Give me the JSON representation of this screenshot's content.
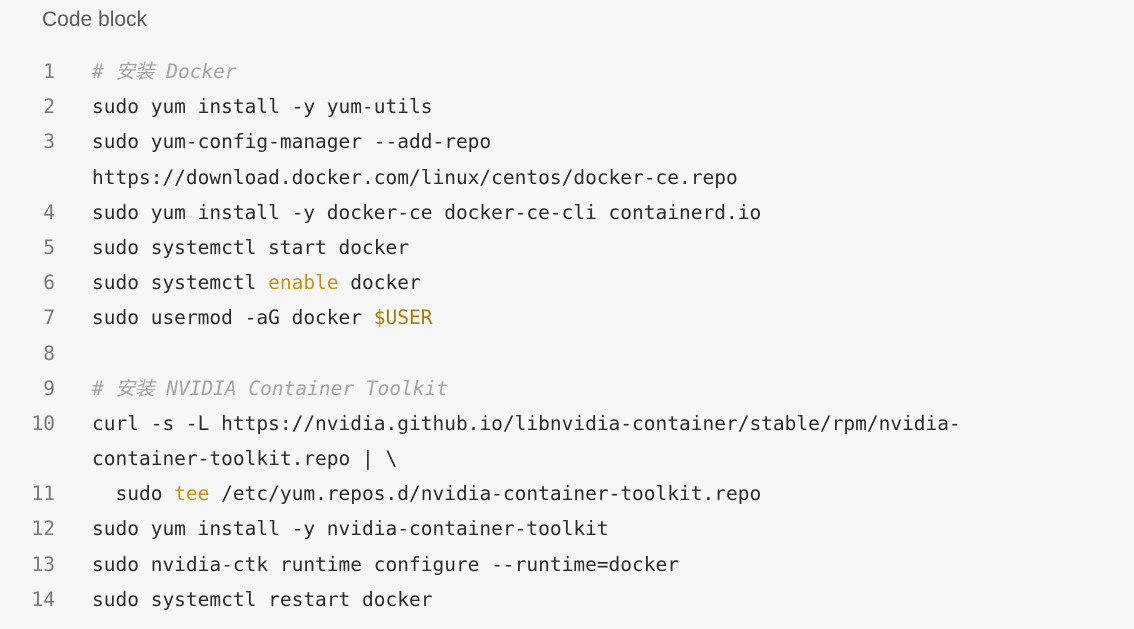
{
  "header": {
    "title": "Code block"
  },
  "lines": [
    {
      "num": "1",
      "segments": [
        {
          "type": "comment",
          "text": "# 安装 Docker"
        }
      ]
    },
    {
      "num": "2",
      "segments": [
        {
          "type": "text",
          "text": "sudo yum install -y yum-utils"
        }
      ]
    },
    {
      "num": "3",
      "segments": [
        {
          "type": "text",
          "text": "sudo yum-config-manager --add-repo"
        }
      ],
      "wrap": [
        {
          "type": "text",
          "text": "https://download.docker.com/linux/centos/docker-ce.repo"
        }
      ]
    },
    {
      "num": "4",
      "segments": [
        {
          "type": "text",
          "text": "sudo yum install -y docker-ce docker-ce-cli containerd.io"
        }
      ]
    },
    {
      "num": "5",
      "segments": [
        {
          "type": "text",
          "text": "sudo systemctl start docker"
        }
      ]
    },
    {
      "num": "6",
      "segments": [
        {
          "type": "text",
          "text": "sudo systemctl "
        },
        {
          "type": "builtin",
          "text": "enable"
        },
        {
          "type": "text",
          "text": " docker"
        }
      ]
    },
    {
      "num": "7",
      "segments": [
        {
          "type": "text",
          "text": "sudo usermod -aG docker "
        },
        {
          "type": "var",
          "text": "$USER"
        }
      ]
    },
    {
      "num": "8",
      "segments": []
    },
    {
      "num": "9",
      "segments": [
        {
          "type": "comment",
          "text": "# 安装 NVIDIA Container Toolkit"
        }
      ]
    },
    {
      "num": "10",
      "segments": [
        {
          "type": "text",
          "text": "curl -s -L https://nvidia.github.io/libnvidia-container/stable/rpm/nvidia-"
        }
      ],
      "wrap": [
        {
          "type": "text",
          "text": "container-toolkit.repo | \\"
        }
      ]
    },
    {
      "num": "11",
      "segments": [
        {
          "type": "text",
          "text": "  sudo "
        },
        {
          "type": "builtin",
          "text": "tee"
        },
        {
          "type": "text",
          "text": " /etc/yum.repos.d/nvidia-container-toolkit.repo"
        }
      ]
    },
    {
      "num": "12",
      "segments": [
        {
          "type": "text",
          "text": "sudo yum install -y nvidia-container-toolkit"
        }
      ]
    },
    {
      "num": "13",
      "segments": [
        {
          "type": "text",
          "text": "sudo nvidia-ctk runtime configure --runtime=docker"
        }
      ]
    },
    {
      "num": "14",
      "segments": [
        {
          "type": "text",
          "text": "sudo systemctl restart docker"
        }
      ]
    }
  ],
  "colors": {
    "background": "#f7f7f7",
    "text": "#2b2b2b",
    "comment": "#a5a5a5",
    "builtin": "#c99212",
    "variable": "#a67d05",
    "line_number": "#7a7a7a"
  }
}
